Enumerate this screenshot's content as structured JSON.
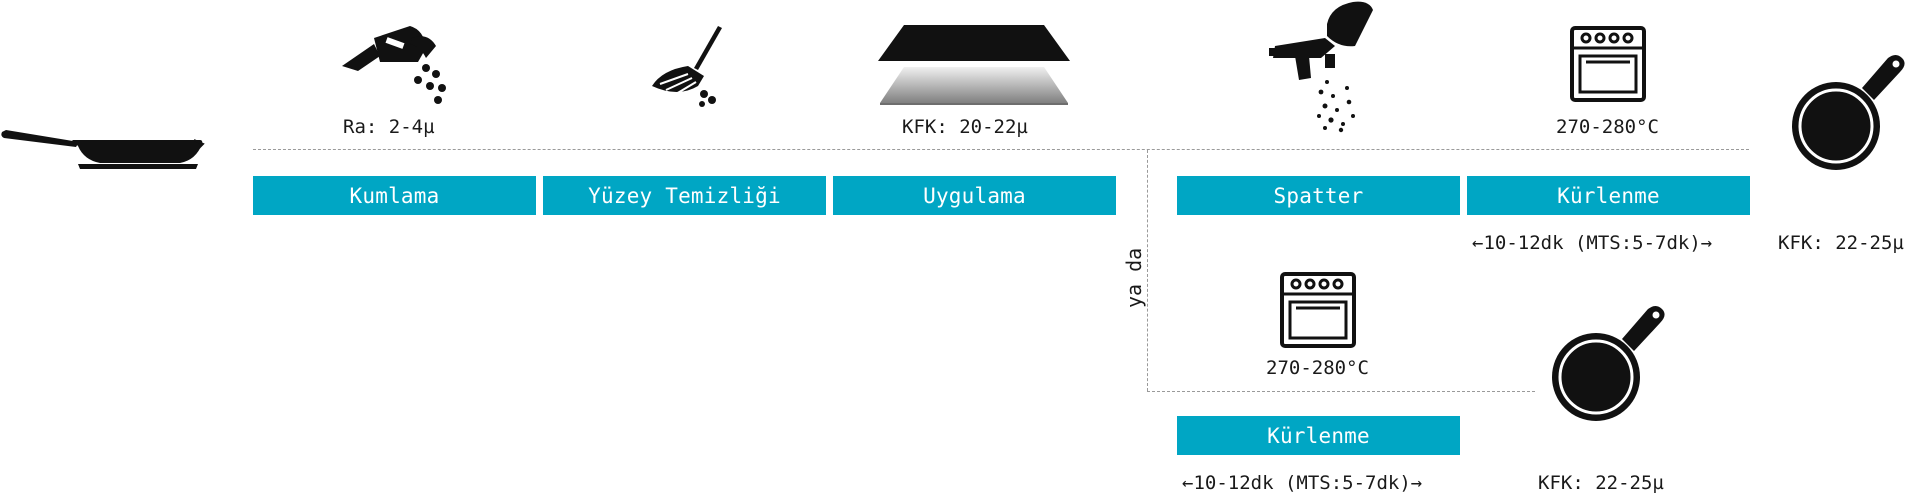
{
  "colors": {
    "accent": "#00a6c4",
    "icon": "#111111",
    "line": "#9a9a9a"
  },
  "icons": {
    "pan": "frying-pan-icon",
    "sandblast": "sand-shaker-icon",
    "cleaning": "broom-icon",
    "application": "coating-layer-icon",
    "spatter": "spray-gun-icon",
    "oven": "oven-icon",
    "coated_pan": "coated-pan-icon"
  },
  "labels": {
    "ra": "Ra: 2-4µ",
    "kfk_apply": "KFK: 20-22µ",
    "temp_top": "270-280°C",
    "temp_bottom": "270-280°C",
    "or": "ya da",
    "time_top": "←10-12dk (MTS:5-7dk)→",
    "time_bottom": "←10-12dk (MTS:5-7dk)→",
    "kfk_top": "KFK: 22-25µ",
    "kfk_bottom": "KFK: 22-25µ"
  },
  "steps": {
    "sandblasting": "Kumlama",
    "cleaning": "Yüzey Temizliği",
    "application": "Uygulama",
    "spatter": "Spatter",
    "curing_top": "Kürlenme",
    "curing_bottom": "Kürlenme"
  }
}
